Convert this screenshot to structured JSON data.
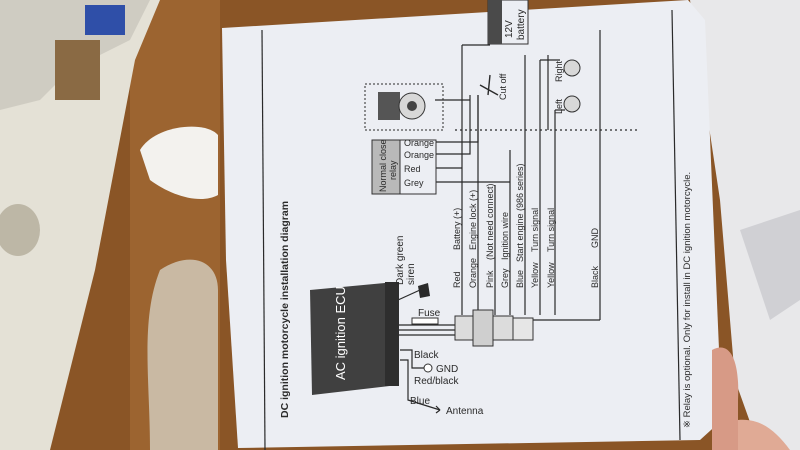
{
  "diagram": {
    "title": "DC ignition motorcycle installation diagram",
    "ecu_label": "AC ignition ECU",
    "siren_label_1": "Dark green",
    "siren_label_2": "siren",
    "fuse_label": "Fuse",
    "black_label": "Black",
    "gnd_label": "GND",
    "red_black_label": "Red/black",
    "blue_label": "Blue",
    "antenna_label": "Antenna",
    "relay_label_1": "Normal close",
    "relay_label_2": "relay",
    "relay_wires": [
      "Orange",
      "Orange",
      "Red",
      "Grey"
    ],
    "harness_wires": [
      {
        "color": "Red",
        "function": "Battery (+)"
      },
      {
        "color": "Orange",
        "function": "Engine lock (+)"
      },
      {
        "color": "Pink",
        "function": "(Not need connect)"
      },
      {
        "color": "Grey",
        "function": "Ignition wire"
      },
      {
        "color": "Blue",
        "function": "Start engine (986 series)"
      },
      {
        "color": "Yellow",
        "function": "Turn signal"
      },
      {
        "color": "Yellow",
        "function": "Turn signal"
      },
      {
        "color": "Black",
        "function": "GND"
      }
    ],
    "battery_label_1": "12V",
    "battery_label_2": "battery",
    "cutoff_label": "Cut off",
    "left_label": "Left",
    "right_label": "Right",
    "footnote": "※ Relay is optional. Only for install in DC ignition motorcycle."
  },
  "colors": {
    "paper": "#eceef3",
    "ink": "#2a2a2a",
    "ecu_body": "#404040",
    "wood": "#8a5526"
  }
}
